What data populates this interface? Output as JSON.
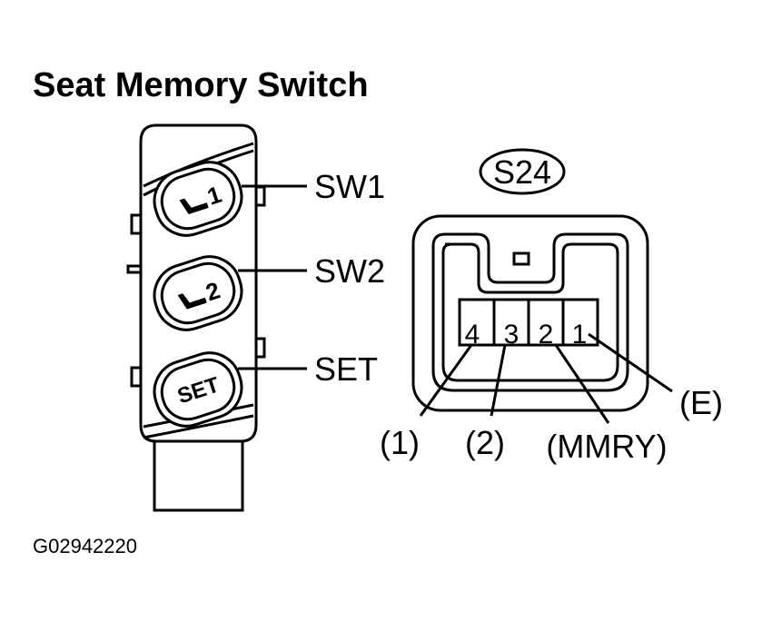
{
  "title": "Seat Memory Switch",
  "switch": {
    "buttons": [
      {
        "text": "1",
        "label": "SW1"
      },
      {
        "text": "2",
        "label": "SW2"
      },
      {
        "text": "SET",
        "label": "SET"
      }
    ]
  },
  "connector": {
    "code": "S24",
    "pins": [
      "4",
      "3",
      "2",
      "1"
    ],
    "signals": [
      "(1)",
      "(2)",
      "(MMRY)",
      "(E)"
    ]
  },
  "figure_code": "G02942220"
}
